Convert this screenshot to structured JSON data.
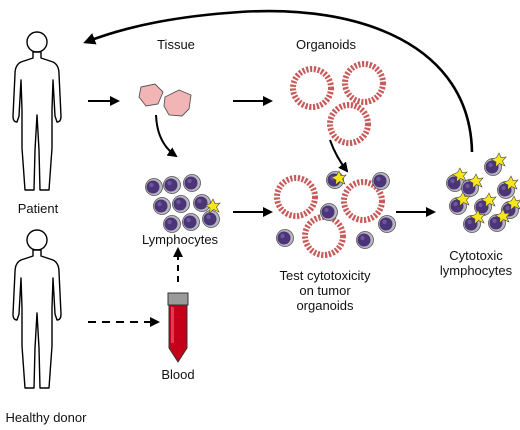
{
  "labels": {
    "patient": "Patient",
    "healthy_donor": "Healthy donor",
    "tissue": "Tissue",
    "organoids": "Organoids",
    "lymphocytes": "Lymphocytes",
    "blood": "Blood",
    "test_line1": "Test cytotoxicity",
    "test_line2": "on tumor",
    "test_line3": "organoids",
    "cytotoxic_line1": "Cytotoxic",
    "cytotoxic_line2": "lymphocytes"
  },
  "colors": {
    "tissue_fill": "#f2b5b5",
    "organoid_bead": "#c85a5a",
    "lymphocyte": "#5a3e86",
    "lymphocyte_nucleus": "#2e1f4d",
    "activation_star": "#f6e61a",
    "blood": "#c4001a",
    "arrow": "#000000"
  },
  "icons": [
    "human-silhouette-icon",
    "tissue-fragment-icon",
    "organoid-ring-icon",
    "lymphocyte-icon",
    "blood-tube-icon",
    "activation-star-icon"
  ]
}
